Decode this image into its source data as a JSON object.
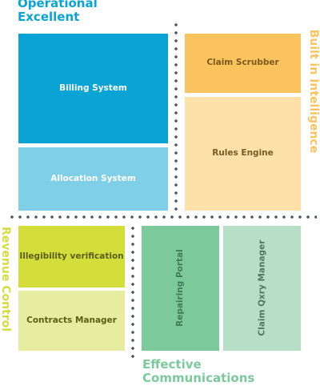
{
  "labels": {
    "operational_line1": "Operational",
    "operational_line2": "Excellent",
    "built_in": "Built in Intelligence",
    "revenue": "Revenue Control",
    "effective_line1": "Effective",
    "effective_line2": "Communications"
  },
  "blocks": {
    "billing": "Billing System",
    "allocation": "Allocation System",
    "claim_scrubber": "Claim Scrubber",
    "rules_engine": "Rules Engine",
    "illegibility": "Illegibility verification",
    "contracts": "Contracts Manager",
    "repairing": "Repairing Portal",
    "claim_qxry": "Claim Qxry Manager"
  },
  "colors": {
    "billing": "#0aa3d6",
    "allocation": "#7fcfe9",
    "claim_scrubber": "#fbc35e",
    "rules_engine": "#fce0a7",
    "illegibility": "#d3de3a",
    "contracts": "#e6eca0",
    "repairing": "#7cc99b",
    "claim_qxry": "#b7dfc6",
    "operational_text": "#0aa3d6",
    "built_in_text": "#fbc35e",
    "revenue_text": "#d3de3a",
    "effective_text": "#7cc99b",
    "dots": "#4a5563"
  }
}
